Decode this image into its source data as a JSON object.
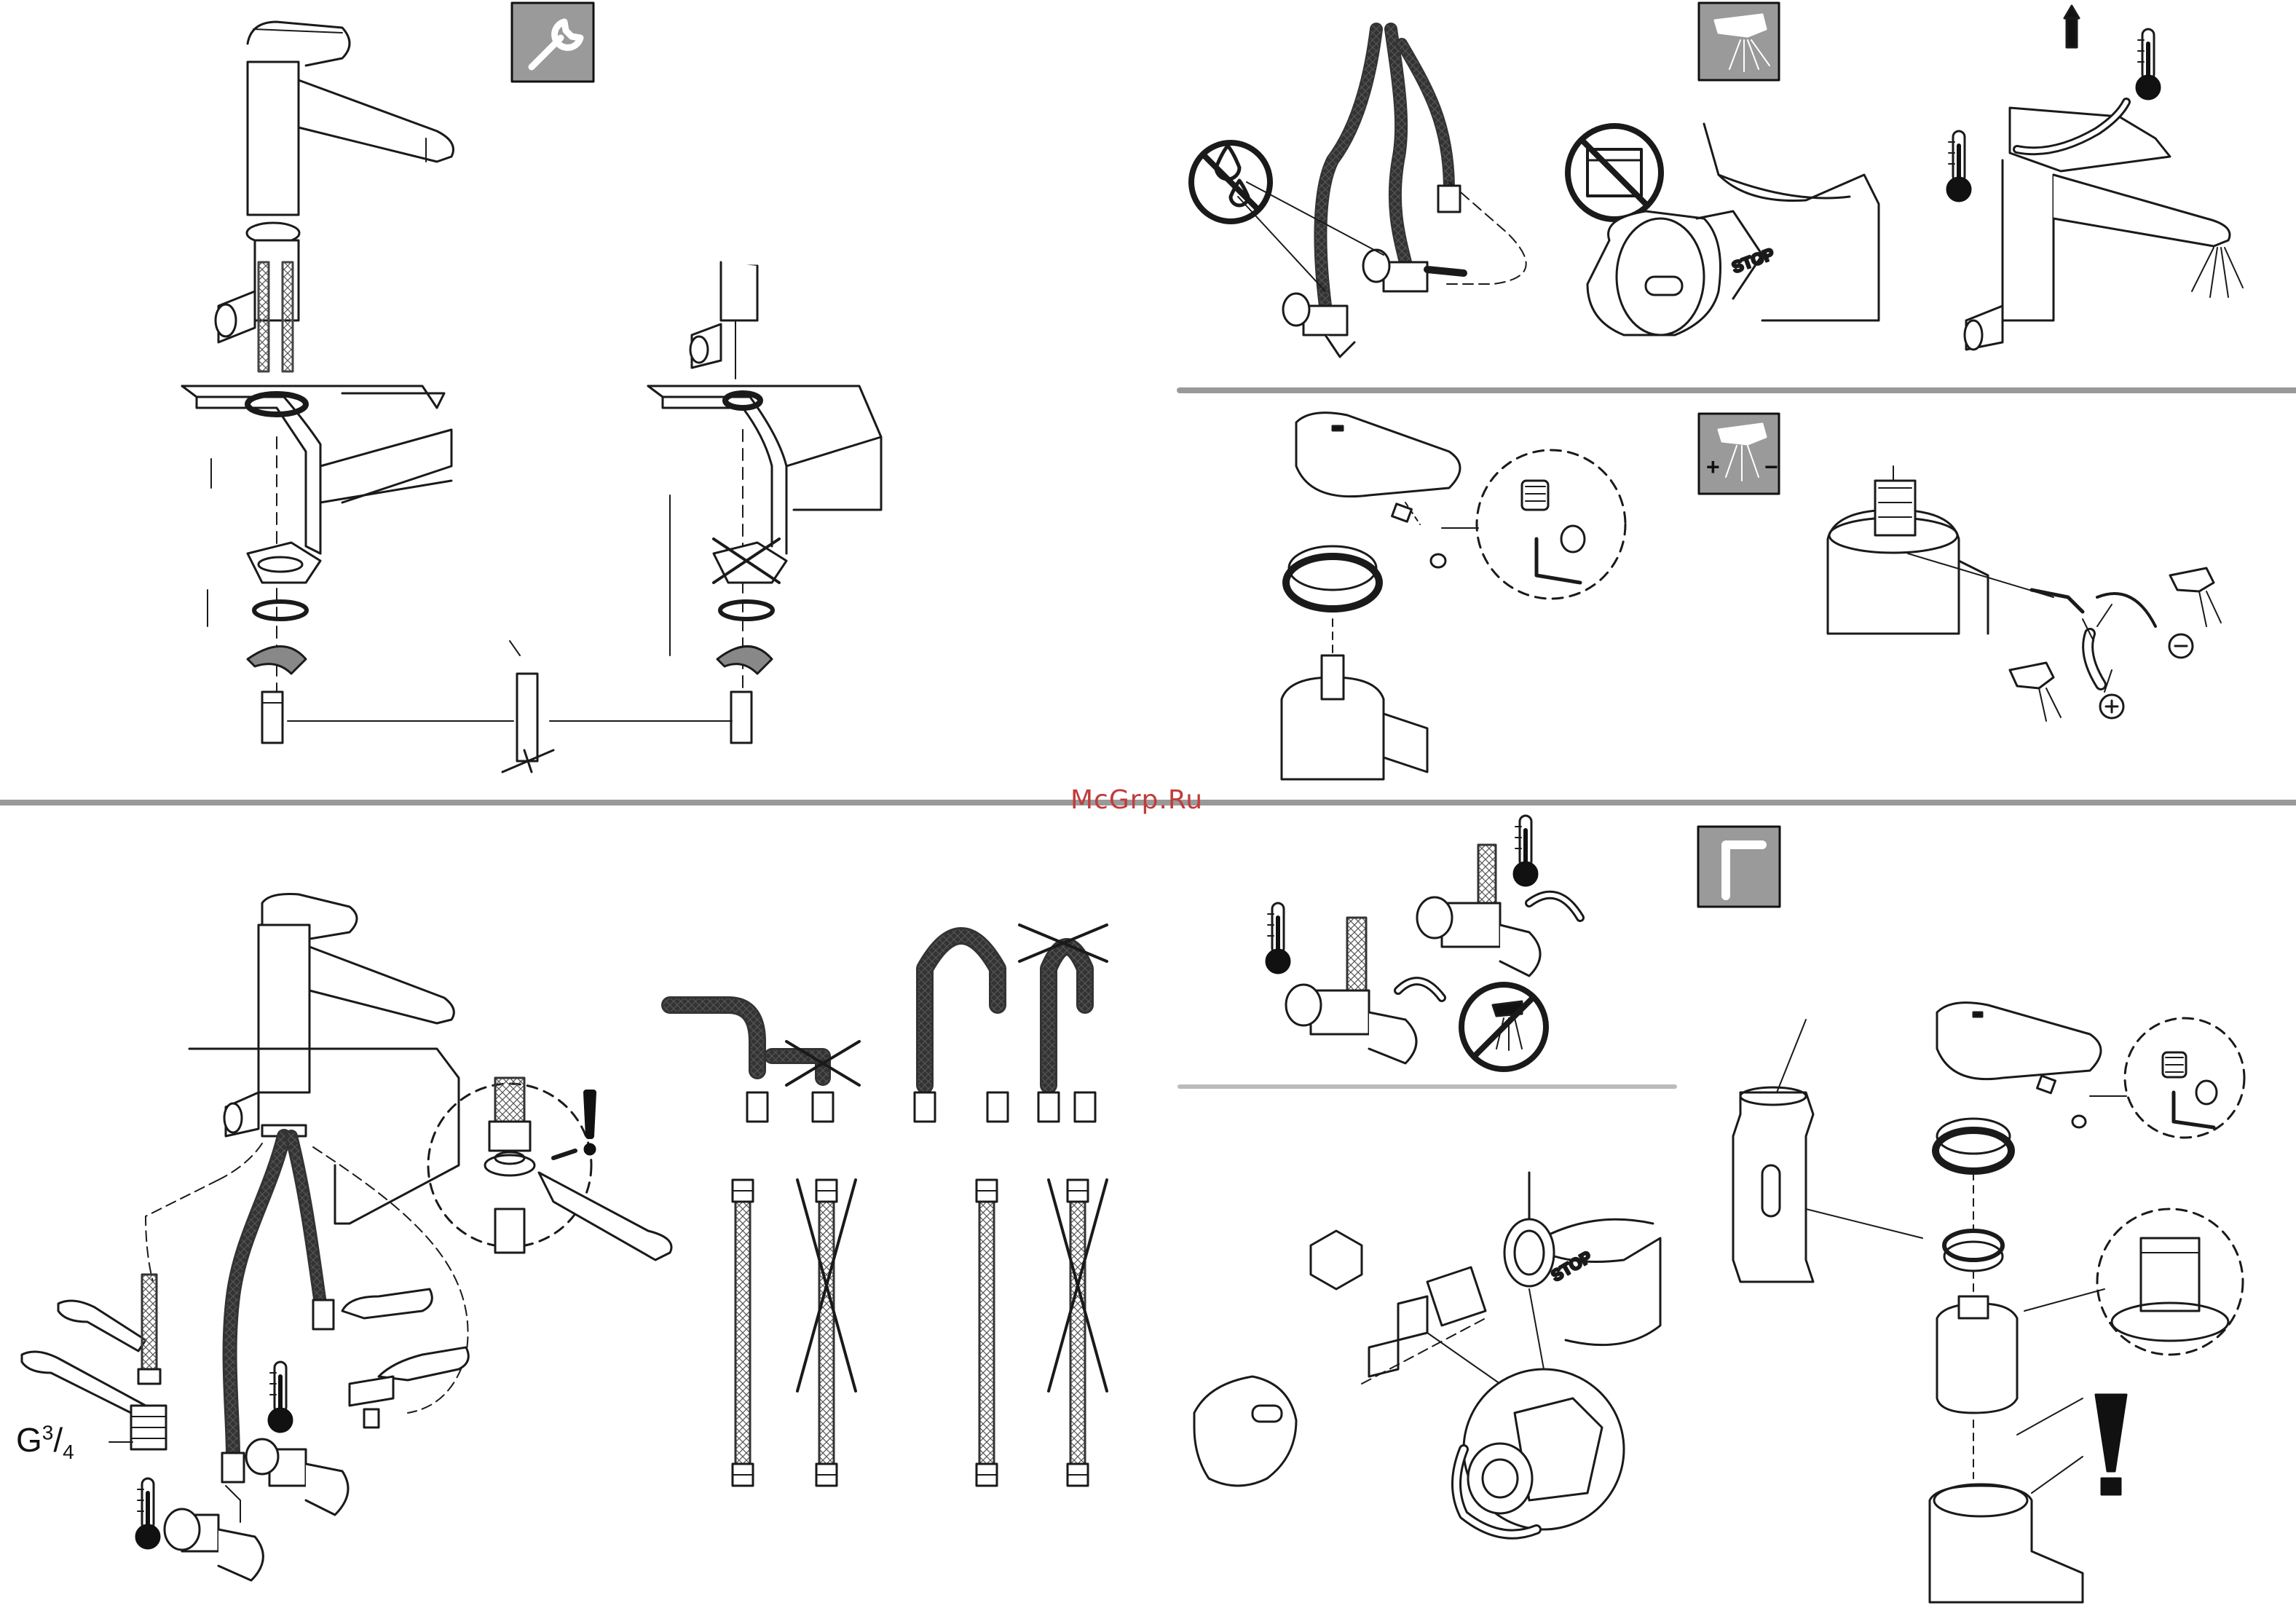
{
  "watermark": "McGrp.Ru",
  "thread_label": {
    "prefix": "G",
    "num": "3",
    "sep": "/",
    "den": "4"
  },
  "stop_labels": [
    "STOP",
    "STOP"
  ],
  "sign_plus": "+",
  "sign_minus": "−",
  "icons": [
    "wrench-icon",
    "spray-icon",
    "flow-adjust-icon",
    "hex-key-icon",
    "hot-thermometer-icon",
    "cold-thermometer-icon",
    "no-water-icon",
    "no-dishwasher-icon",
    "no-spray-icon",
    "warning-exclamation-icon"
  ]
}
